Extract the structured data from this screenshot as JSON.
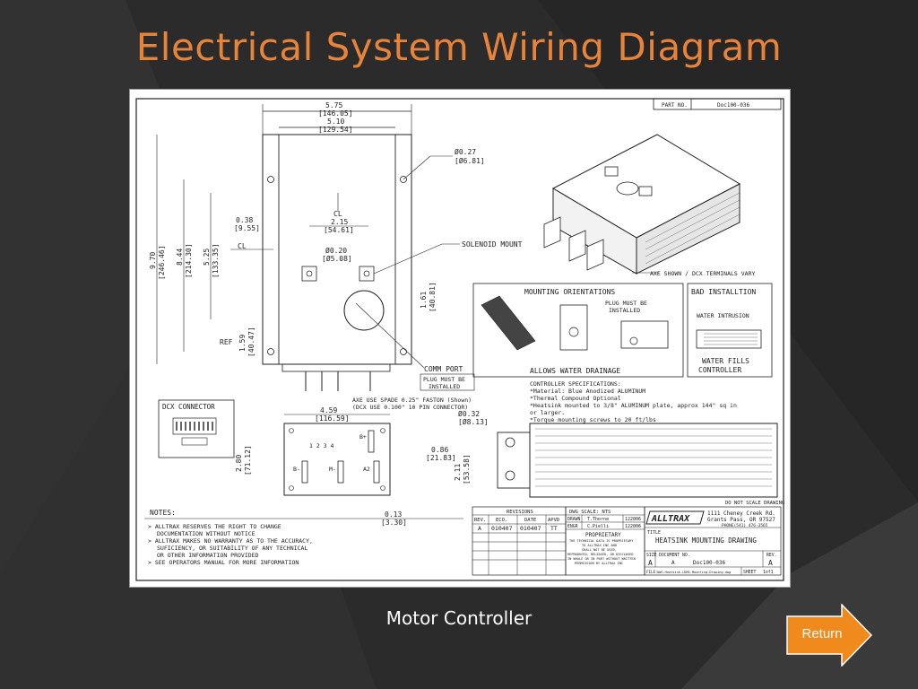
{
  "slide": {
    "title": "Electrical System Wiring Diagram",
    "caption": "Motor Controller",
    "return_label": "Return"
  },
  "colors": {
    "background": "#2b2b2b",
    "title": "#e8833a",
    "button": "#f08a1c"
  },
  "drawing": {
    "part_no_label": "PART NO.",
    "part_no_value": "Doc100-036",
    "dim_575": "5.75",
    "dim_14605": "[146.05]",
    "dim_510": "5.10",
    "dim_12954": "[129.54]",
    "dim_027": "Ø0.27",
    "dim_681": "[Ø6.81]",
    "dim_970": "9.70",
    "dim_24646": "[246.46]",
    "dim_844": "8.44",
    "dim_21430": "[214.30]",
    "dim_525": "5.25",
    "dim_13335": "[133.35]",
    "dim_038": "0.38",
    "dim_955": "[9.55]",
    "cl_label": "CL",
    "cl_label2": "CL",
    "dim_215": "2.15",
    "dim_5461": "[54.61]",
    "dim_020": "Ø0.20",
    "dim_508": "[Ø5.08]",
    "solenoid_mount": "SOLENOID MOUNT",
    "dim_161": "1.61",
    "dim_4081": "[40.81]",
    "ref_label": "REF",
    "dim_159": "1.59",
    "dim_4047": "[40.47]",
    "comm_port": "COMM PORT",
    "plug_must_be": "PLUG MUST BE",
    "installed": "INSTALLED",
    "axe_spade": "AXE USE SPADE 0.25\" FASTON (Shown)",
    "dcx_pin": "(DCX USE 0.100\" 10 PIN CONNECTOR)",
    "axe_shown": "AXE SHOWN / DCX TERMINALS VARY",
    "mounting_orientations": "MOUNTING ORIENTATIONS",
    "plug_must_be_2": "PLUG MUST BE",
    "installed_2": "INSTALLED",
    "allows_water": "ALLOWS WATER DRAINAGE",
    "bad_install": "BAD INSTALLTION",
    "water_intrusion": "WATER INTRUSION",
    "water_fills": "WATER FILLS",
    "controller": "CONTROLLER",
    "spec_title": "CONTROLLER SPECIFICATIONS:",
    "spec_1": "*Material: Blue Anodized ALUMINUM",
    "spec_2": "*Thermal Compound Optional",
    "spec_3": "*Heatsink mounted to 3/8\" ALUMINUM plate, approx 144\" sq in",
    "spec_3b": "or larger.",
    "spec_4": "*Torque mounting screws to 20 ft/lbs",
    "dcx_connector": "DCX CONNECTOR",
    "dim_459": "4.59",
    "dim_11659": "[116.59]",
    "dim_032": "Ø0.32",
    "dim_813": "[Ø8.13]",
    "dim_086": "0.86",
    "dim_2183": "[21.83]",
    "dim_280": "2.80",
    "dim_7112": "[71.12]",
    "dim_211": "2.11",
    "dim_5358": "[53.58]",
    "dim_013": "0.13",
    "dim_330": "[3.30]",
    "pin_nums": "1 2 3 4",
    "b_plus": "B+",
    "b_minus": "B-",
    "m_minus": "M-",
    "a2": "A2",
    "do_not_scale": "DO NOT SCALE DRAWING",
    "notes_title": "NOTES:",
    "note_1": "> ALLTRAX RESERVES THE RIGHT TO CHANGE",
    "note_1b": "DOCUMENTATION WITHOUT NOTICE",
    "note_2": "> ALLTRAX MAKES NO WARRANTY AS TO THE ACCURACY,",
    "note_2b": "SUFICIENCY, OR SUITABILITY OF ANY TECHNICAL",
    "note_2c": "OR OTHER INFORMATION PROVIDED",
    "note_3": "> SEE OPERATORS MANUAL FOR MORE INFORMATION",
    "revisions": "REVISIONS",
    "rev_h1": "REV.",
    "rev_h2": "ECO.",
    "rev_h3": "DATE",
    "rev_h4": "APVD",
    "rev_r1": "A",
    "rev_r2": "010407",
    "rev_r3": "010407",
    "rev_r4": "TT",
    "dwg_scale": "DWG SCALE:   NTS",
    "drawn": "DRAWN",
    "drawn_name": "T.Thorne",
    "drawn_date": "122006",
    "engr": "ENGR",
    "engr_name": "C.Pielli",
    "engr_date": "122006",
    "proprietary": "PROPRIETARY",
    "prop_1": "THE TECHNICAL DATA IS PROPRIETARY",
    "prop_2": "TO ALLTRAX INC AND",
    "prop_3": "SHALL NOT BE USED,",
    "prop_4": "REPRODUCED, RELEASED, OR DISCLOSED",
    "prop_5": "IN WHOLE OR IN PART WITHOUT WRITTEN",
    "prop_6": "PERMISSION BY ALLTRAX INC",
    "logo": "ALLTRAX",
    "addr_1": "1111 Cheney Creek Rd.",
    "addr_2": "Grants Pass, OR 97527",
    "addr_3": "PHONE(541) 476-3565",
    "title_label": "TITLE",
    "drawing_title": "HEATSINK MOUNTING DRAWING",
    "size_label": "SIZE",
    "size_value": "A",
    "docno_label": "DOCUMENT NO.",
    "docno_a": "A",
    "docno_value": "Doc100-036",
    "rev_label": "REV.",
    "rev_value": "A",
    "file_label": "FILE:",
    "file_value": "DWG-Heatsink-LDMS-Mounting-Drawing.dwg",
    "sheet_label": "SHEET",
    "sheet_value": "1of1"
  }
}
